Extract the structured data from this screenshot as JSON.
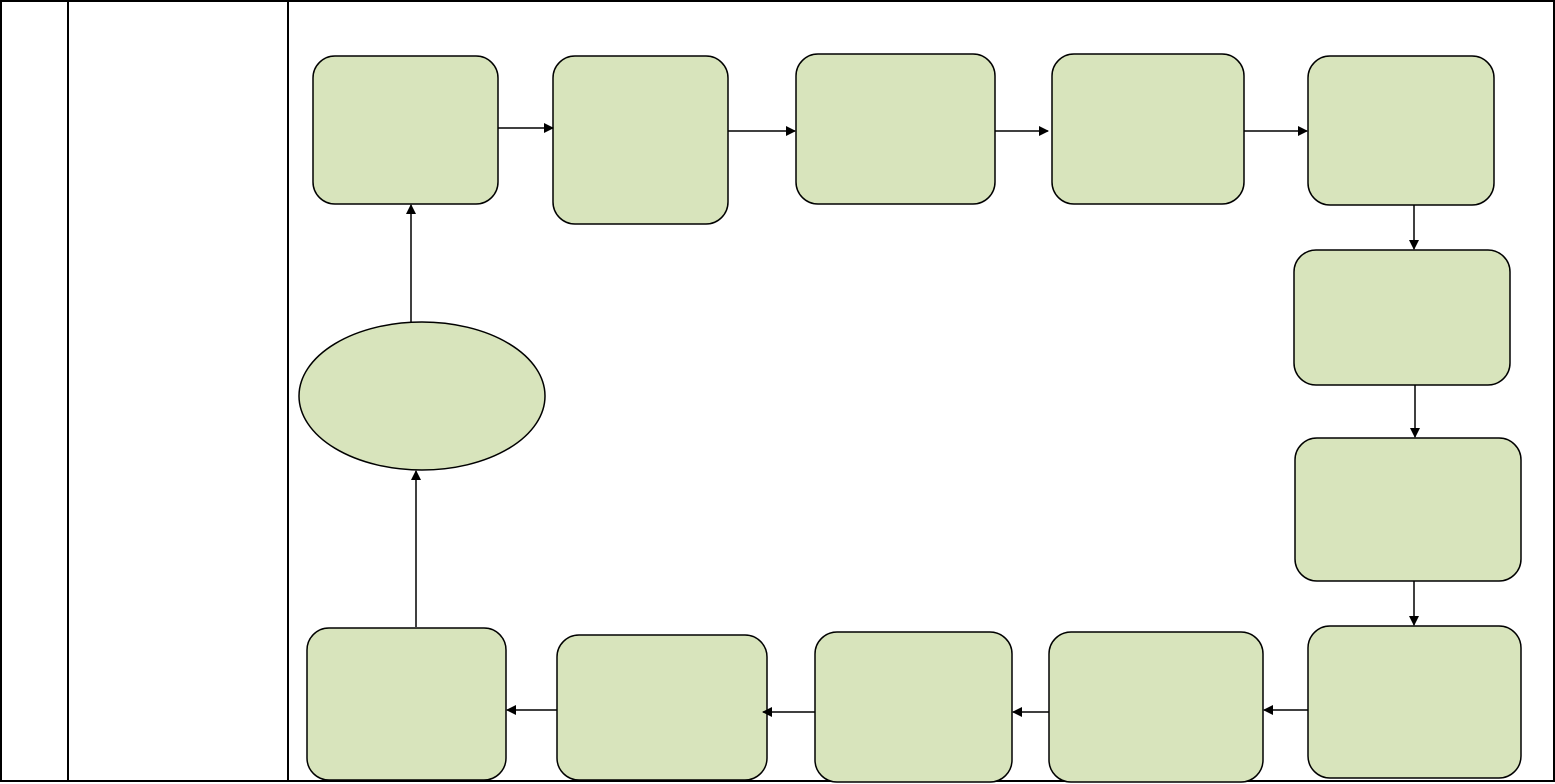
{
  "table": {
    "columns": [
      {
        "id": "col-index",
        "text": ""
      },
      {
        "id": "col-step",
        "text": ""
      },
      {
        "id": "col-diagram",
        "text": ""
      }
    ]
  },
  "diagram": {
    "fill_color": "#d8e4bc",
    "stroke_color": "#000000",
    "nodes": [
      {
        "id": "box-1",
        "shape": "rounded-rect",
        "label": ""
      },
      {
        "id": "box-2",
        "shape": "rounded-rect",
        "label": ""
      },
      {
        "id": "box-3",
        "shape": "rounded-rect",
        "label": ""
      },
      {
        "id": "box-4",
        "shape": "rounded-rect",
        "label": ""
      },
      {
        "id": "box-5",
        "shape": "rounded-rect",
        "label": ""
      },
      {
        "id": "box-6",
        "shape": "rounded-rect",
        "label": ""
      },
      {
        "id": "box-7",
        "shape": "rounded-rect",
        "label": ""
      },
      {
        "id": "box-8",
        "shape": "rounded-rect",
        "label": ""
      },
      {
        "id": "box-9",
        "shape": "rounded-rect",
        "label": ""
      },
      {
        "id": "box-10",
        "shape": "rounded-rect",
        "label": ""
      },
      {
        "id": "box-11",
        "shape": "rounded-rect",
        "label": ""
      },
      {
        "id": "box-12",
        "shape": "rounded-rect",
        "label": ""
      },
      {
        "id": "ellipse-start",
        "shape": "ellipse",
        "label": ""
      }
    ],
    "edges": [
      {
        "from": "box-1",
        "to": "box-2"
      },
      {
        "from": "box-2",
        "to": "box-3"
      },
      {
        "from": "box-3",
        "to": "box-4"
      },
      {
        "from": "box-4",
        "to": "box-5"
      },
      {
        "from": "box-5",
        "to": "box-6"
      },
      {
        "from": "box-6",
        "to": "box-7"
      },
      {
        "from": "box-7",
        "to": "box-8"
      },
      {
        "from": "box-8",
        "to": "box-9"
      },
      {
        "from": "box-9",
        "to": "box-10"
      },
      {
        "from": "box-10",
        "to": "box-11"
      },
      {
        "from": "box-11",
        "to": "box-12"
      },
      {
        "from": "box-12",
        "to": "ellipse-start"
      },
      {
        "from": "ellipse-start",
        "to": "box-1"
      }
    ]
  }
}
